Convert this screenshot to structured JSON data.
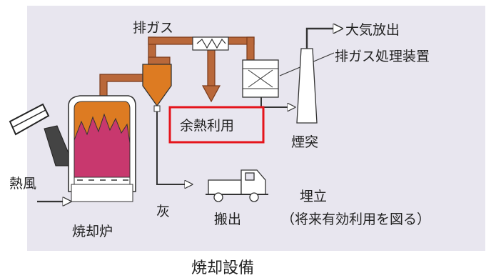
{
  "labels": {
    "exhaust_gas": "排ガス",
    "atmosphere_release": "大気放出",
    "gas_treatment": "排ガス処理装置",
    "waste_heat": "余熱利用",
    "chimney": "煙突",
    "hot_air": "熱風",
    "ash": "灰",
    "furnace": "焼却炉",
    "landfill": "埋立",
    "carry_out": "搬出",
    "future_use": "（将来有効利用を図る）",
    "caption": "焼却設備"
  },
  "colors": {
    "background_panel": "#e8e6ef",
    "pipe": "#b9683a",
    "pipe_outline": "#7a3a1a",
    "furnace_orange": "#dd7b22",
    "furnace_pink": "#c8386e",
    "highlight_box": "#e5141b"
  }
}
